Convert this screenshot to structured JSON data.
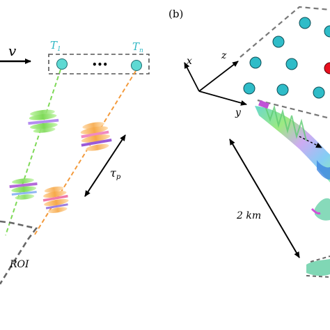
{
  "panel_b_label": "(b)",
  "panel_a": {
    "velocity_label": "v",
    "transmitter_first": "T",
    "transmitter_first_sub": "1",
    "transmitter_last": "T",
    "transmitter_last_sub": "n",
    "ellipsis": "•••",
    "pulse_interval_label": "τ",
    "pulse_interval_sub": "p",
    "roi_label": "ROI",
    "colors": {
      "transmitter_fill": "#5ed9d3",
      "beam_green": "#7ed957",
      "beam_orange": "#f39a3c",
      "dashed_box": "#555555"
    }
  },
  "panel_b": {
    "axis_x": "x",
    "axis_y": "y",
    "axis_z": "z",
    "distance_label": "2 km",
    "colors": {
      "node_fill": "#2fbcc8",
      "node_active": "#e8101e",
      "grid_edge": "#777777"
    }
  }
}
